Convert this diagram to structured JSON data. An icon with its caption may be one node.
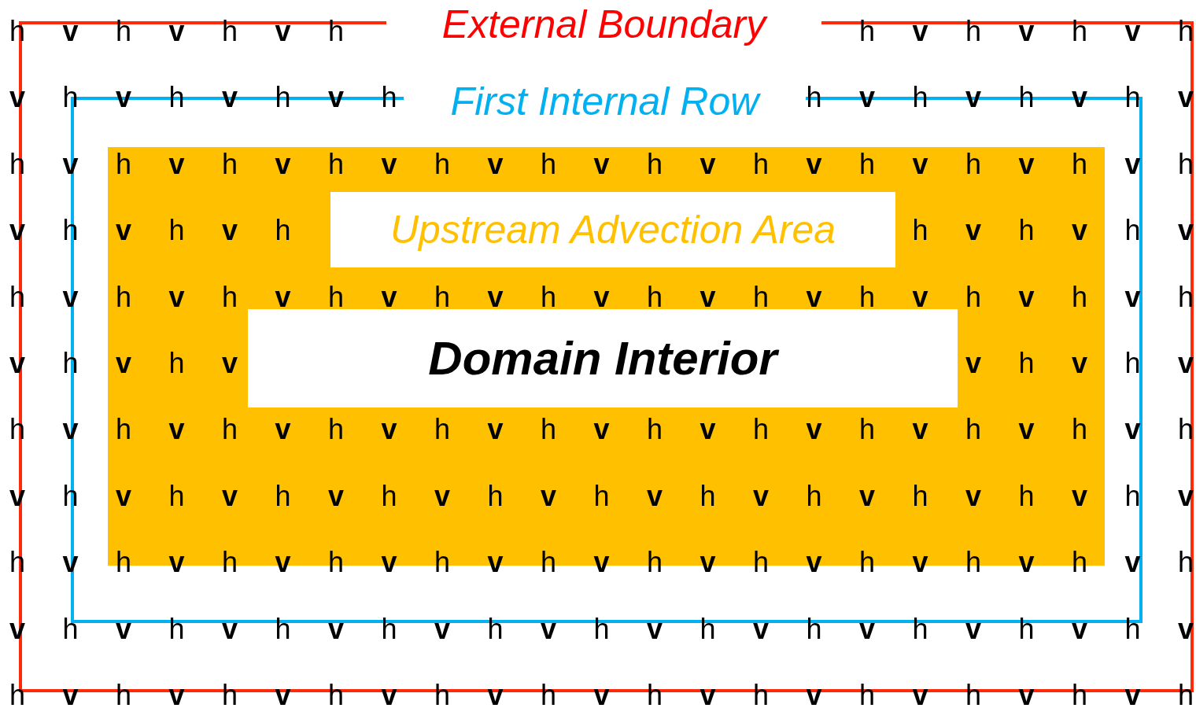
{
  "diagram": {
    "nodes": [
      {
        "text": [
          "External Boundary"
        ]
      },
      {
        "text": [
          "First Internal Row"
        ],
        "in": 0
      },
      {
        "text": [
          "Upstream Advection Area"
        ],
        "in": 1
      },
      {
        "text": [
          "Domain Interior"
        ],
        "in": 2
      }
    ],
    "labels": [
      "h",
      "v",
      "h",
      "v",
      "h",
      "v",
      "h",
      "h",
      "v",
      "h",
      "v",
      "h",
      "v",
      "h",
      "v",
      "h",
      "v",
      "h",
      "v",
      "h",
      "v",
      "h",
      "h",
      "v",
      "h",
      "v",
      "h",
      "v",
      "h",
      "v",
      "h",
      "v",
      "h",
      "v",
      "h",
      "v",
      "h",
      "v",
      "h",
      "v",
      "h",
      "v",
      "h",
      "v",
      "h",
      "v",
      "h",
      "v",
      "h",
      "v",
      "h",
      "v",
      "h",
      "v",
      "h",
      "v",
      "h",
      "v",
      "h",
      "h",
      "v",
      "h",
      "v",
      "h",
      "v",
      "h",
      "v",
      "h",
      "v",
      "h",
      "v",
      "h",
      "v",
      "h",
      "v",
      "h",
      "v",
      "h",
      "v",
      "h",
      "v",
      "h",
      "v",
      "h",
      "v",
      "h",
      "v",
      "h",
      "v",
      "h",
      "v",
      "h",
      "v",
      "v",
      "h",
      "v",
      "h",
      "v",
      "h",
      "v",
      "h",
      "v",
      "h",
      "v",
      "h",
      "v",
      "h",
      "v",
      "h",
      "v",
      "h",
      "v",
      "h",
      "v",
      "h",
      "v",
      "h",
      "v",
      "h",
      "v",
      "h",
      "v",
      "h",
      "v",
      "h",
      "v",
      "h",
      "v",
      "h",
      "v",
      "h",
      "v",
      "h",
      "v",
      "h",
      "v",
      "h",
      "v",
      "h",
      "v",
      "h",
      "v",
      "h",
      "v",
      "h",
      "v",
      "h",
      "v",
      "h",
      "v",
      "h",
      "v",
      "h",
      "v",
      "h",
      "v",
      "h",
      "v",
      "h",
      "v",
      "h",
      "v",
      "h",
      "v",
      "h",
      "v",
      "h",
      "v",
      "h",
      "v",
      "h",
      "v",
      "h",
      "v",
      "h",
      "v",
      "h",
      "v",
      "h",
      "v",
      "h",
      "v",
      "h",
      "v",
      "h",
      "v",
      "h",
      "v",
      "h",
      "v",
      "h",
      "v",
      "h",
      "v",
      "h",
      "v",
      "h",
      "v",
      "h",
      "v",
      "h",
      "v",
      "h",
      "v",
      "h",
      "v",
      "h",
      "v",
      "h",
      "v",
      "h",
      "v",
      "h"
    ]
  }
}
